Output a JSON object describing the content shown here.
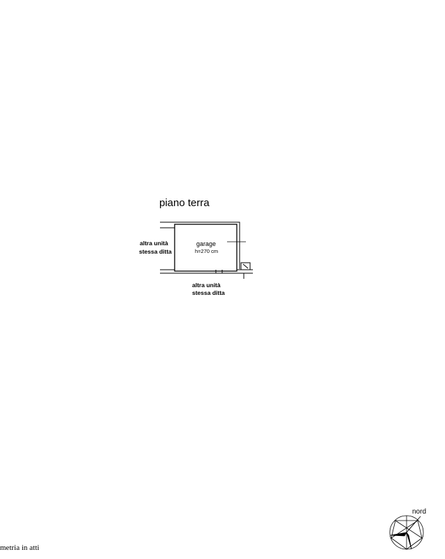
{
  "floor": {
    "title": "piano terra",
    "room_name": "garage",
    "room_height": "h=270 cm",
    "neighbor_left_line1": "altra unità",
    "neighbor_left_line2": "stessa ditta",
    "neighbor_bottom_line1": "altra unità",
    "neighbor_bottom_line2": "stessa ditta"
  },
  "compass": {
    "label": "nord",
    "icon": "compass-rose-icon"
  },
  "footer": {
    "caption": "metria in atti"
  }
}
